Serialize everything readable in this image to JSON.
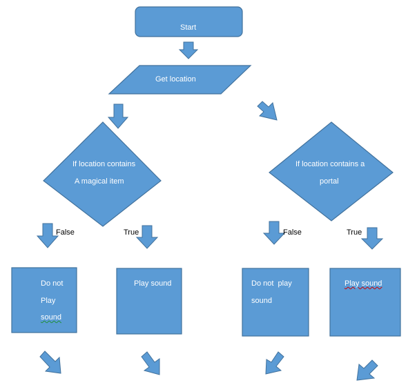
{
  "nodes": {
    "start": "Start",
    "get_location": "Get location",
    "decision_magical": {
      "line1": "If location contains",
      "line2": "A magical item"
    },
    "decision_portal": {
      "line1": "If location contains a",
      "line2": "portal"
    },
    "box1": {
      "line1": "Do not",
      "line2": "Play",
      "line3": "sound"
    },
    "box2": "Play sound",
    "box3": {
      "line1": "Do not  play",
      "line2": "sound"
    },
    "box4": "Play sound"
  },
  "edges": {
    "false_left": "False",
    "true_left": "True",
    "false_right": "False",
    "true_right": "True"
  },
  "colors": {
    "fill": "#5b9bd5",
    "stroke": "#41719c"
  }
}
